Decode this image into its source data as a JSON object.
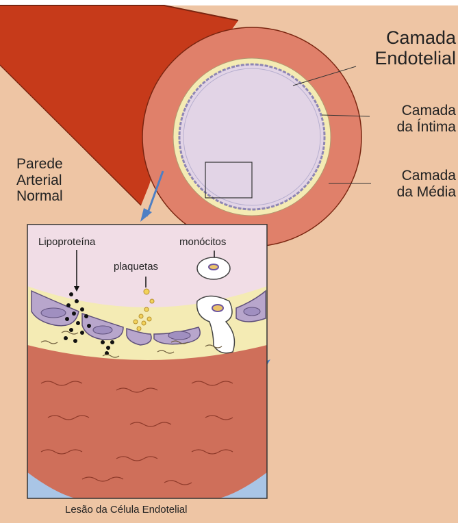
{
  "labels": {
    "camada_endotelial": [
      "Camada",
      "Endotelial"
    ],
    "camada_intima": [
      "Camada",
      "da Íntima"
    ],
    "camada_media": [
      "Camada",
      "da Média"
    ],
    "parede_arterial": [
      "Parede",
      "Arterial",
      "Normal"
    ],
    "lipoproteina": "Lipoproteína",
    "monocitos": "monócitos",
    "plaquetas": "plaquetas",
    "caption": "Lesão da Célula Endotelial"
  },
  "colors": {
    "background": "#EEC5A4",
    "artery_outer": "#C63A1A",
    "media": "#E0806A",
    "intima": "#F4EBB4",
    "lumen": "#E2D4E6",
    "endothelial_line": "#8E86B4",
    "blood": "#F1DDE6",
    "muscle": "#CF6F5A",
    "cell": "#B8A6CC",
    "adventitia": "#A9C5E6",
    "arrow": "#4E7FC4"
  }
}
